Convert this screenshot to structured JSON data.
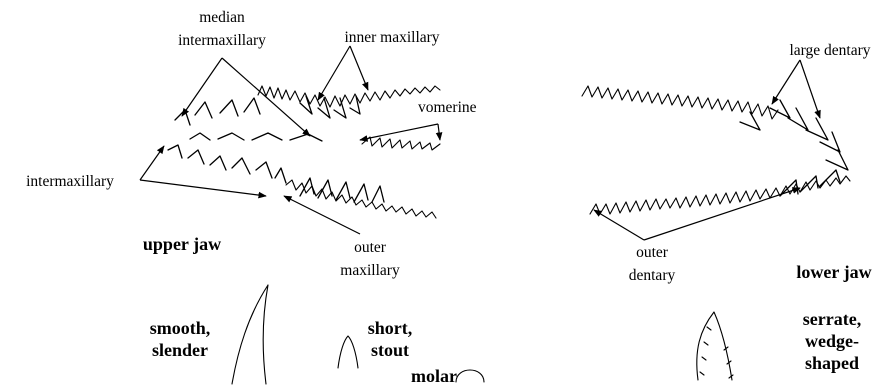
{
  "labels": {
    "median_intermaxillary_1": "median",
    "median_intermaxillary_2": "intermaxillary",
    "inner_maxillary": "inner maxillary",
    "vomerine": "vomerine",
    "intermaxillary": "intermaxillary",
    "outer_maxillary_1": "outer",
    "outer_maxillary_2": "maxillary",
    "large_dentary": "large dentary",
    "outer_dentary_1": "outer",
    "outer_dentary_2": "dentary"
  },
  "jaws": {
    "upper": "upper jaw",
    "lower": "lower jaw"
  },
  "tooth_types": {
    "smooth_1": "smooth,",
    "smooth_2": "slender",
    "short_1": "short,",
    "short_2": "stout",
    "molar": "molar",
    "serrate_1": "serrate,",
    "serrate_2": "wedge-",
    "serrate_3": "shaped"
  }
}
